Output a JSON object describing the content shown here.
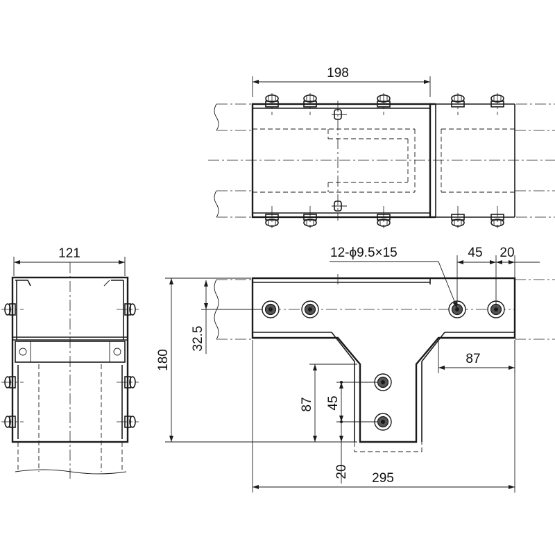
{
  "dimensions": {
    "top_length": "198",
    "side_width": "121",
    "hole_spec": "12-ϕ9.5×15",
    "hole_pitch_h": "45",
    "hole_edge_h": "20",
    "height_total": "180",
    "hole_edge_v": "32.5",
    "branch_depth_right": "87",
    "branch_depth_left": "87",
    "branch_hole_pitch": "45",
    "branch_hole_edge": "20",
    "total_length": "295"
  }
}
